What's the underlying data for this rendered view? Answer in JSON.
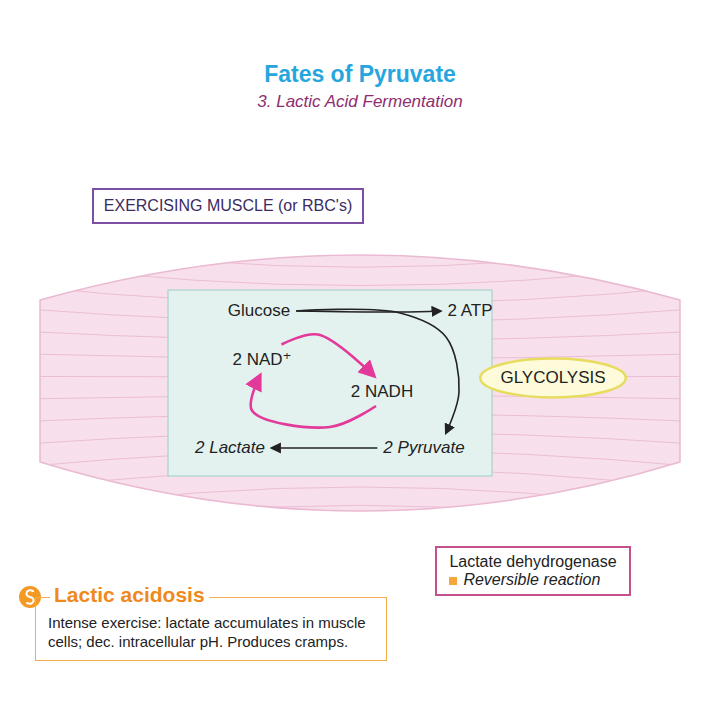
{
  "diagram": {
    "title": "Fates of Pyruvate",
    "nodes": [
      {
        "text": [
          "EXERCISING MUSCLE (or RBC's)"
        ]
      },
      {
        "text": [
          "Glucose"
        ]
      },
      {
        "text": [
          "2 ATP"
        ]
      },
      {
        "text": [
          "2 NAD⁺"
        ]
      },
      {
        "text": [
          "2 NADH"
        ]
      },
      {
        "text": [
          "GLYCOLYSIS"
        ]
      },
      {
        "text": [
          "2 Lactate"
        ]
      },
      {
        "text": [
          "2 Pyruvate"
        ]
      },
      {
        "text": [
          "Lactate dehydrogenase",
          "Reversible reaction"
        ]
      },
      {
        "text": [
          "Lactic acidosis",
          "Intense exercise: lactate accumulates in muscle cells; dec. intracellular pH. Produces cramps."
        ]
      }
    ],
    "edges": [
      {
        "from": 1,
        "to": 2,
        "arrow": "to"
      },
      {
        "from": 1,
        "to": 7,
        "arrow": "to"
      },
      {
        "from": 7,
        "to": 6,
        "arrow": "to"
      },
      {
        "from": 3,
        "to": 4,
        "arrow": "to"
      },
      {
        "from": 4,
        "to": 3,
        "arrow": "to"
      }
    ],
    "labels": [
      "3. Lactic Acid Fermentation"
    ]
  }
}
